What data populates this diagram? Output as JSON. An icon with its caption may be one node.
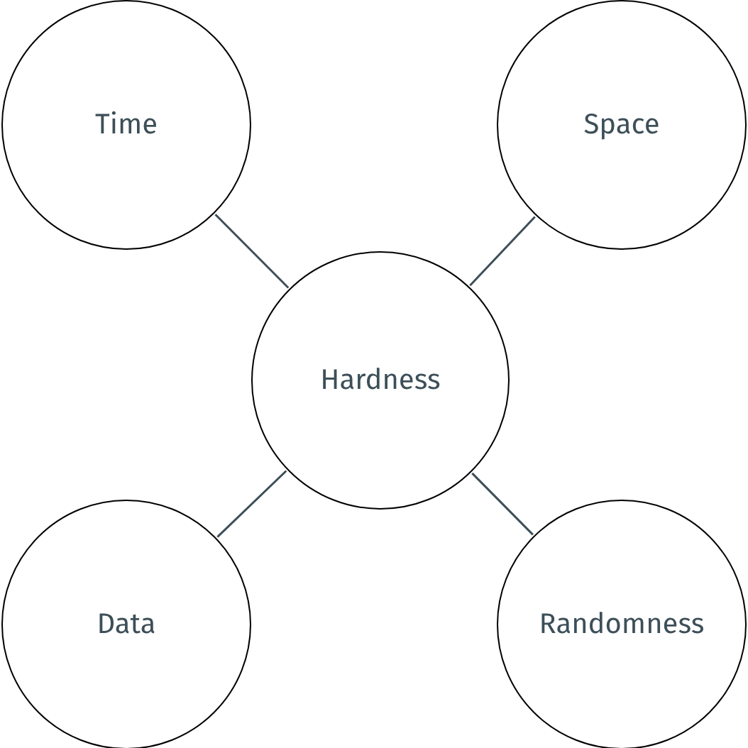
{
  "diagram": {
    "nodes": [
      {
        "text": [
          "Time"
        ]
      },
      {
        "text": [
          "Space"
        ]
      },
      {
        "text": [
          "Hardness"
        ]
      },
      {
        "text": [
          "Data"
        ]
      },
      {
        "text": [
          "Randomness"
        ]
      }
    ],
    "edges": [
      {
        "from": 2,
        "to": 0,
        "arrow": "none"
      },
      {
        "from": 2,
        "to": 1,
        "arrow": "none"
      },
      {
        "from": 2,
        "to": 3,
        "arrow": "none"
      },
      {
        "from": 2,
        "to": 4,
        "arrow": "none"
      }
    ]
  }
}
